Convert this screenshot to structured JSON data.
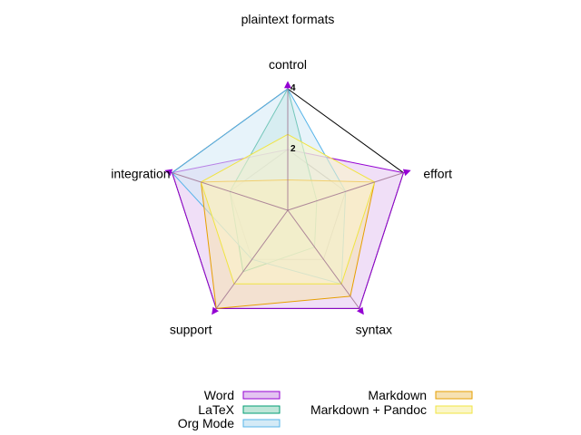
{
  "chart_data": {
    "type": "radar",
    "title": "plaintext formats",
    "axes": [
      "control",
      "effort",
      "syntax",
      "support",
      "integration"
    ],
    "rlim": [
      0,
      4
    ],
    "rticks": [
      "2",
      "4"
    ],
    "legend_position": "bottom",
    "series": [
      {
        "name": "Word",
        "values": [
          2.0,
          4.0,
          4.0,
          4.0,
          4.0
        ],
        "color": "#9400d3",
        "fill": "#e3c4f1"
      },
      {
        "name": "LaTeX",
        "values": [
          4.0,
          1.0,
          1.5,
          2.5,
          2.0
        ],
        "color": "#009e73",
        "fill": "#bfe6d8"
      },
      {
        "name": "Org Mode",
        "values": [
          4.0,
          2.0,
          3.0,
          2.0,
          4.0
        ],
        "color": "#56b4e9",
        "fill": "#d4eaf6"
      },
      {
        "name": "Markdown",
        "values": [
          1.0,
          3.0,
          3.5,
          4.0,
          3.0
        ],
        "color": "#e69f00",
        "fill": "#f6e1b2"
      },
      {
        "name": "Markdown + Pandoc",
        "values": [
          2.5,
          3.0,
          3.0,
          3.0,
          3.0
        ],
        "color": "#f0e442",
        "fill": "#fbf6c8"
      }
    ]
  }
}
